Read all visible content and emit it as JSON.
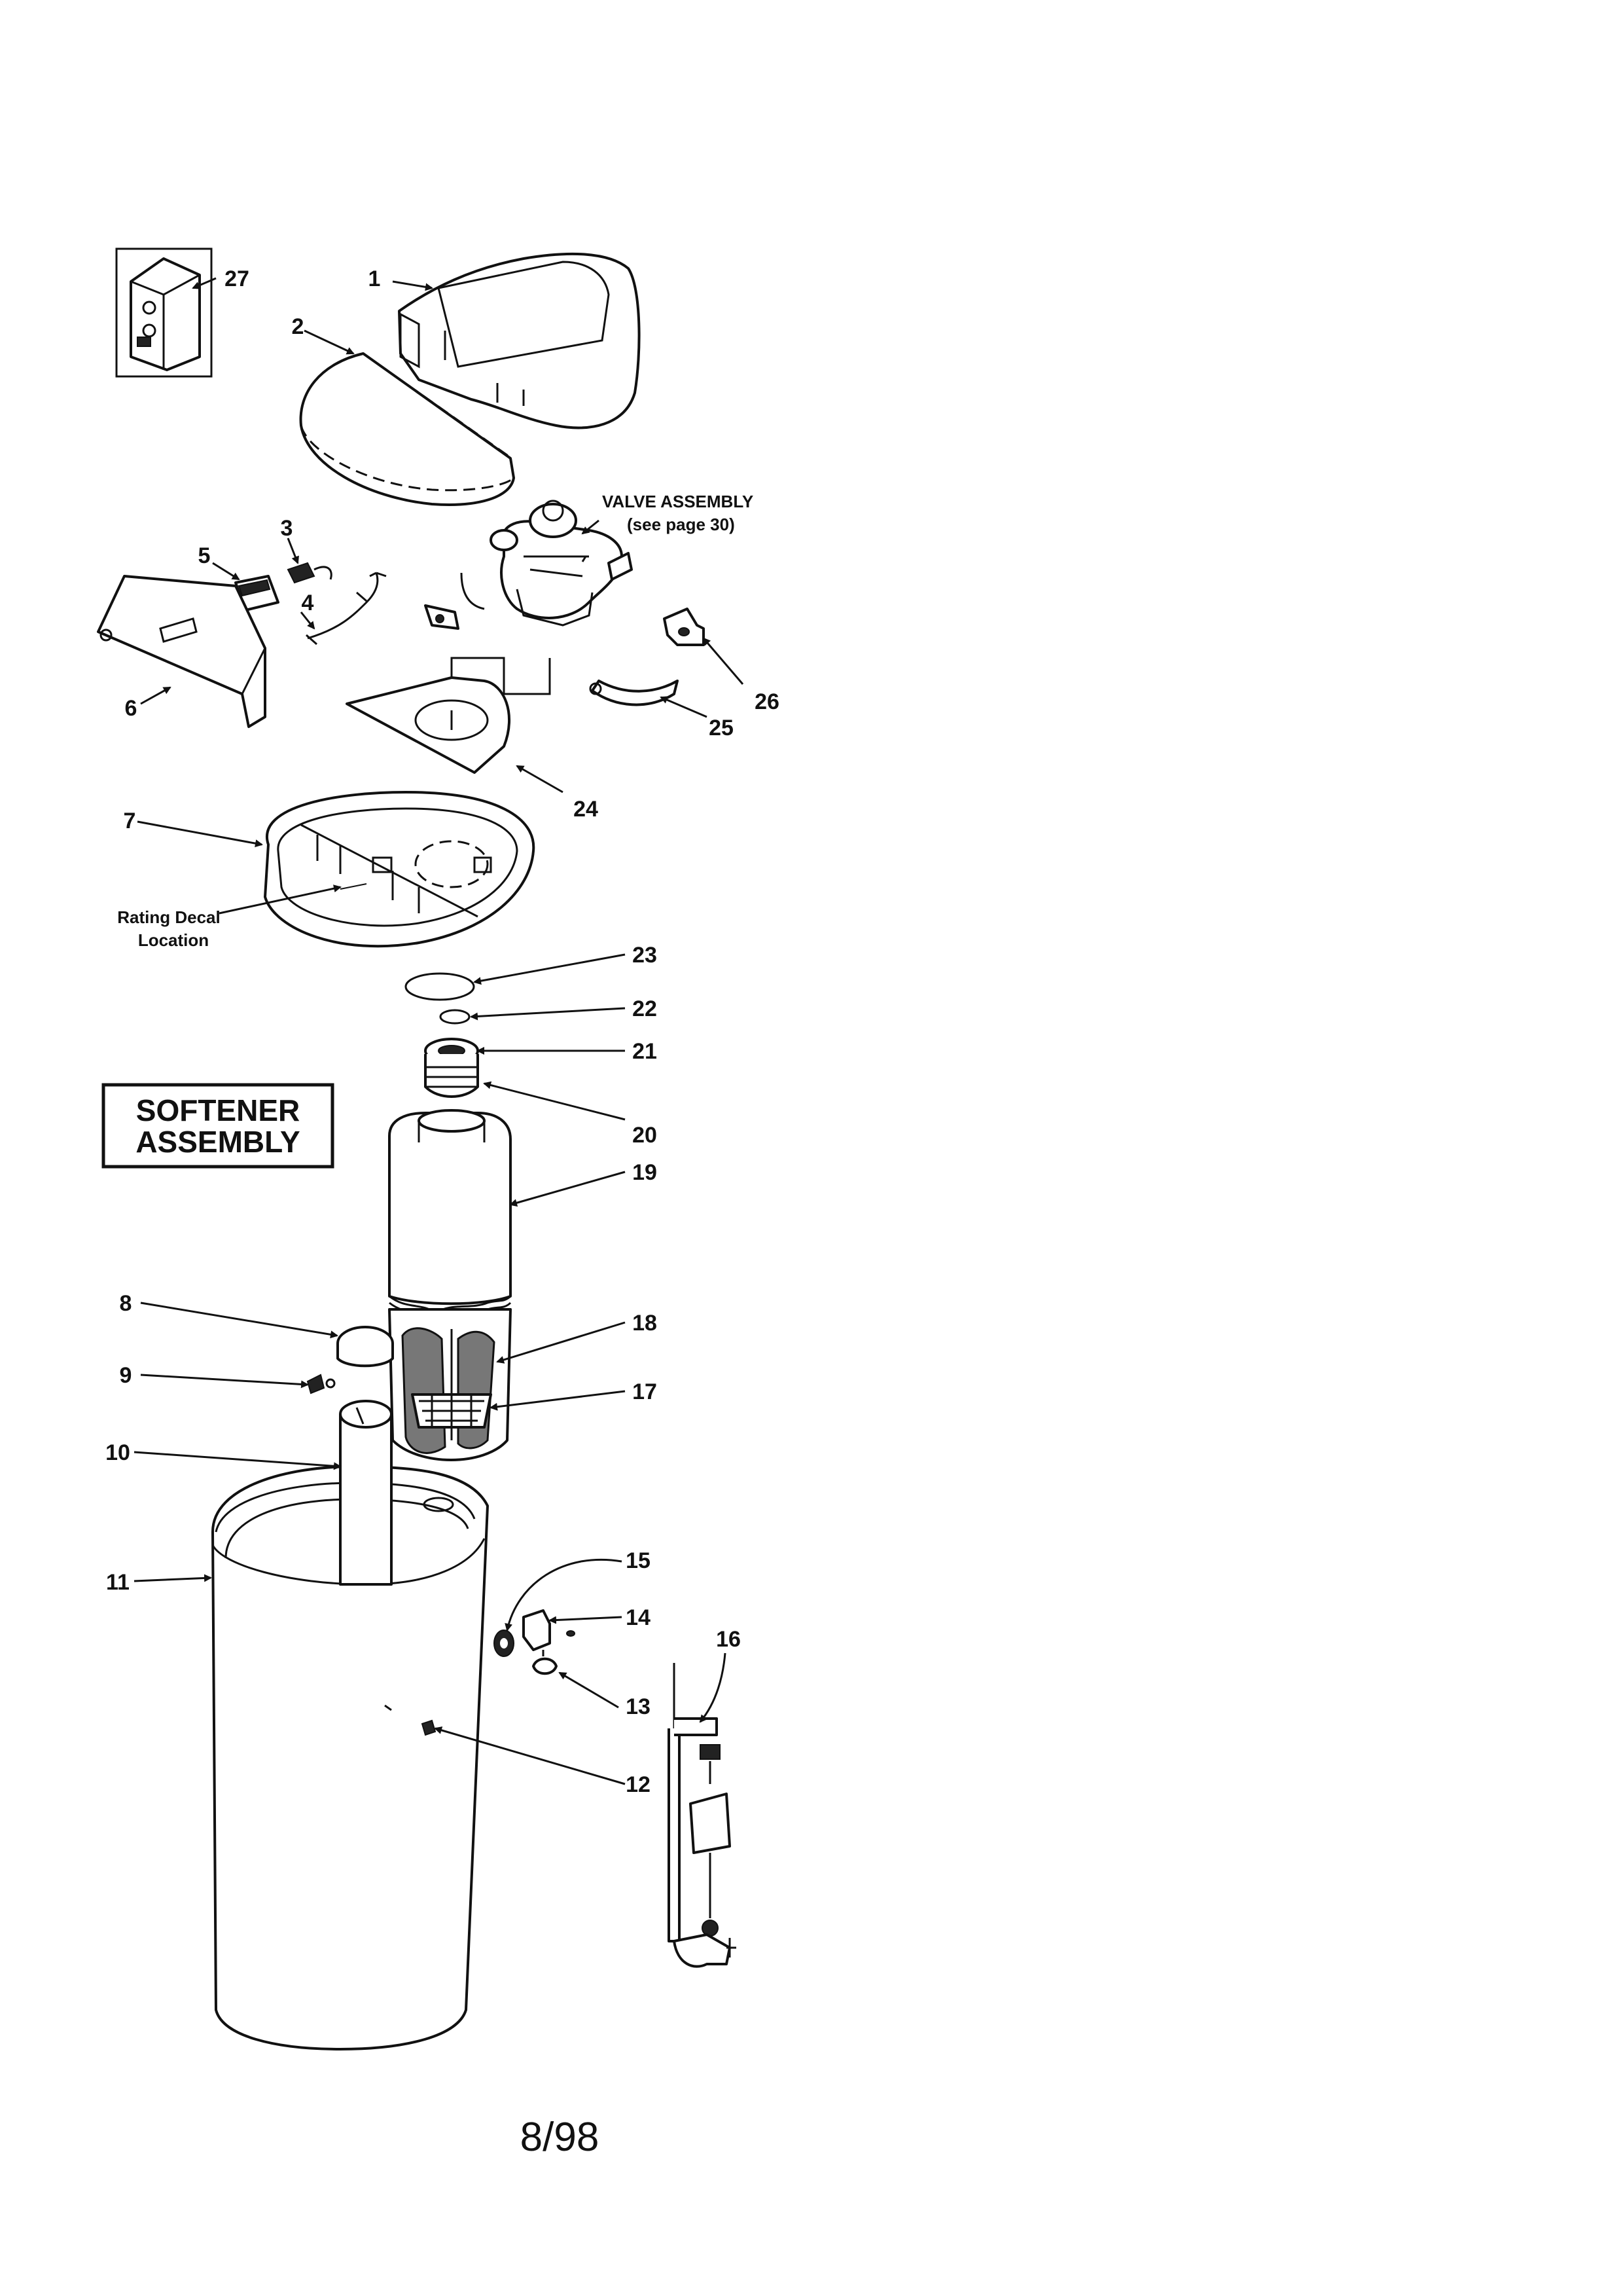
{
  "diagram": {
    "title_line1": "SOFTENER",
    "title_line2": "ASSEMBLY",
    "valve_note_line1": "VALVE ASSEMBLY",
    "valve_note_line2": "(see page 30)",
    "decal_note_line1": "Rating Decal",
    "decal_note_line2": "Location",
    "page_footer": "8/98",
    "part_numbers": [
      "1",
      "2",
      "3",
      "4",
      "5",
      "6",
      "7",
      "8",
      "9",
      "10",
      "11",
      "12",
      "13",
      "14",
      "15",
      "16",
      "17",
      "18",
      "19",
      "20",
      "21",
      "22",
      "23",
      "24",
      "25",
      "26",
      "27"
    ]
  }
}
